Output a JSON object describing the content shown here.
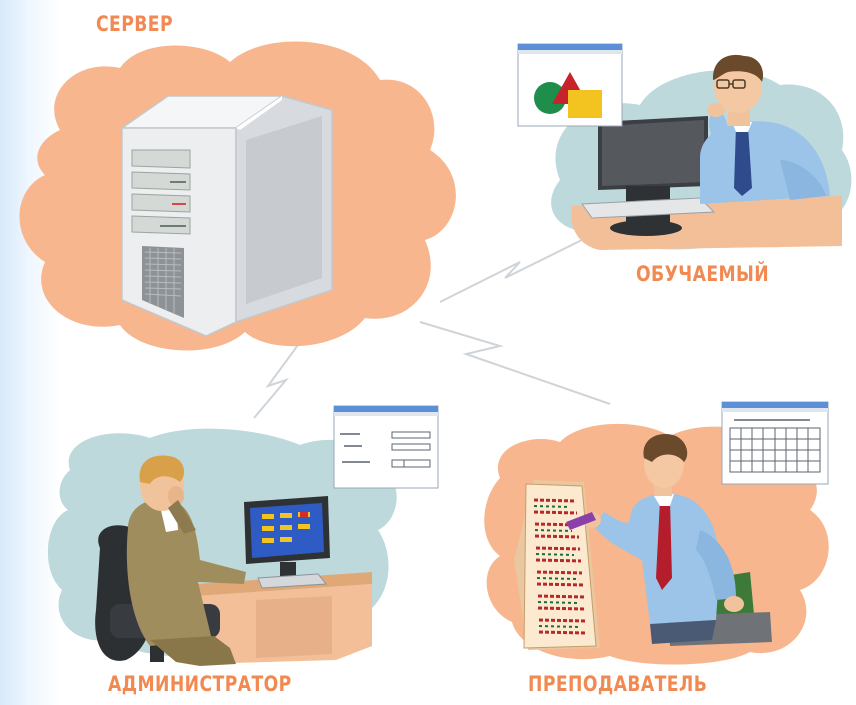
{
  "colors": {
    "label_text": "#f08a52",
    "cloud_orange": "#f7b68e",
    "cloud_blue": "#bdd9dc",
    "link_line": "#cfd4d9",
    "screen_blue": "#2f5cc4",
    "tie_red": "#b41e2c",
    "shirt_blue": "#9cc3e8",
    "suit_olive": "#a08d5e"
  },
  "labels": {
    "server": "СЕРВЕР",
    "student": "ОБУЧАЕМЫЙ",
    "admin": "АДМИНИСТРАТОР",
    "teacher": "ПРЕПОДАВАТЕЛЬ"
  },
  "icons": {
    "server": "server-tower-icon",
    "student_window": "shapes-window-icon",
    "admin_window": "form-window-icon",
    "teacher_window": "table-window-icon"
  }
}
